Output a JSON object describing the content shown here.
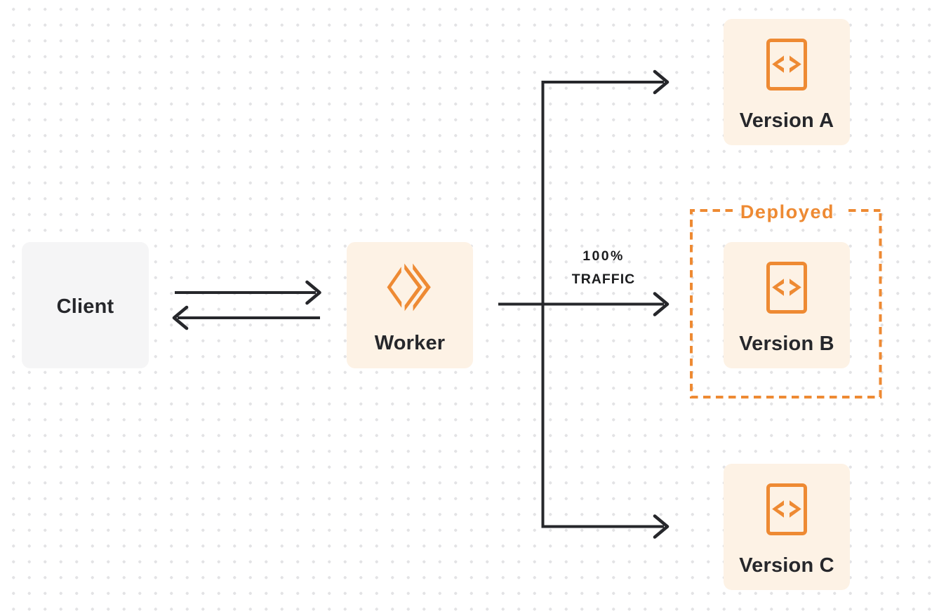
{
  "diagram": {
    "nodes": {
      "client": {
        "label": "Client"
      },
      "worker": {
        "label": "Worker"
      },
      "version_a": {
        "label": "Version A"
      },
      "version_b": {
        "label": "Version B"
      },
      "version_c": {
        "label": "Version C"
      }
    },
    "deployed_zone": {
      "label": "Deployed"
    },
    "traffic_label": {
      "line1": "100%",
      "line2": "TRAFFIC"
    },
    "edges": [
      {
        "from": "client",
        "to": "worker",
        "style": "arrow-right"
      },
      {
        "from": "worker",
        "to": "client",
        "style": "arrow-left"
      },
      {
        "from": "worker",
        "to": "version_a",
        "style": "arrow"
      },
      {
        "from": "worker",
        "to": "version_b",
        "style": "arrow",
        "label": "100% TRAFFIC"
      },
      {
        "from": "worker",
        "to": "version_c",
        "style": "arrow"
      }
    ]
  },
  "icons": {
    "worker": "cloudflare-workers-logo-icon",
    "versions": "code-file-icon"
  },
  "colors": {
    "orange": "#ee8a33",
    "ink": "#26272b",
    "client_fill": "#f5f5f6",
    "version_fill": "#fdf2e5",
    "dot": "#e3e3e5",
    "background": "#ffffff"
  }
}
